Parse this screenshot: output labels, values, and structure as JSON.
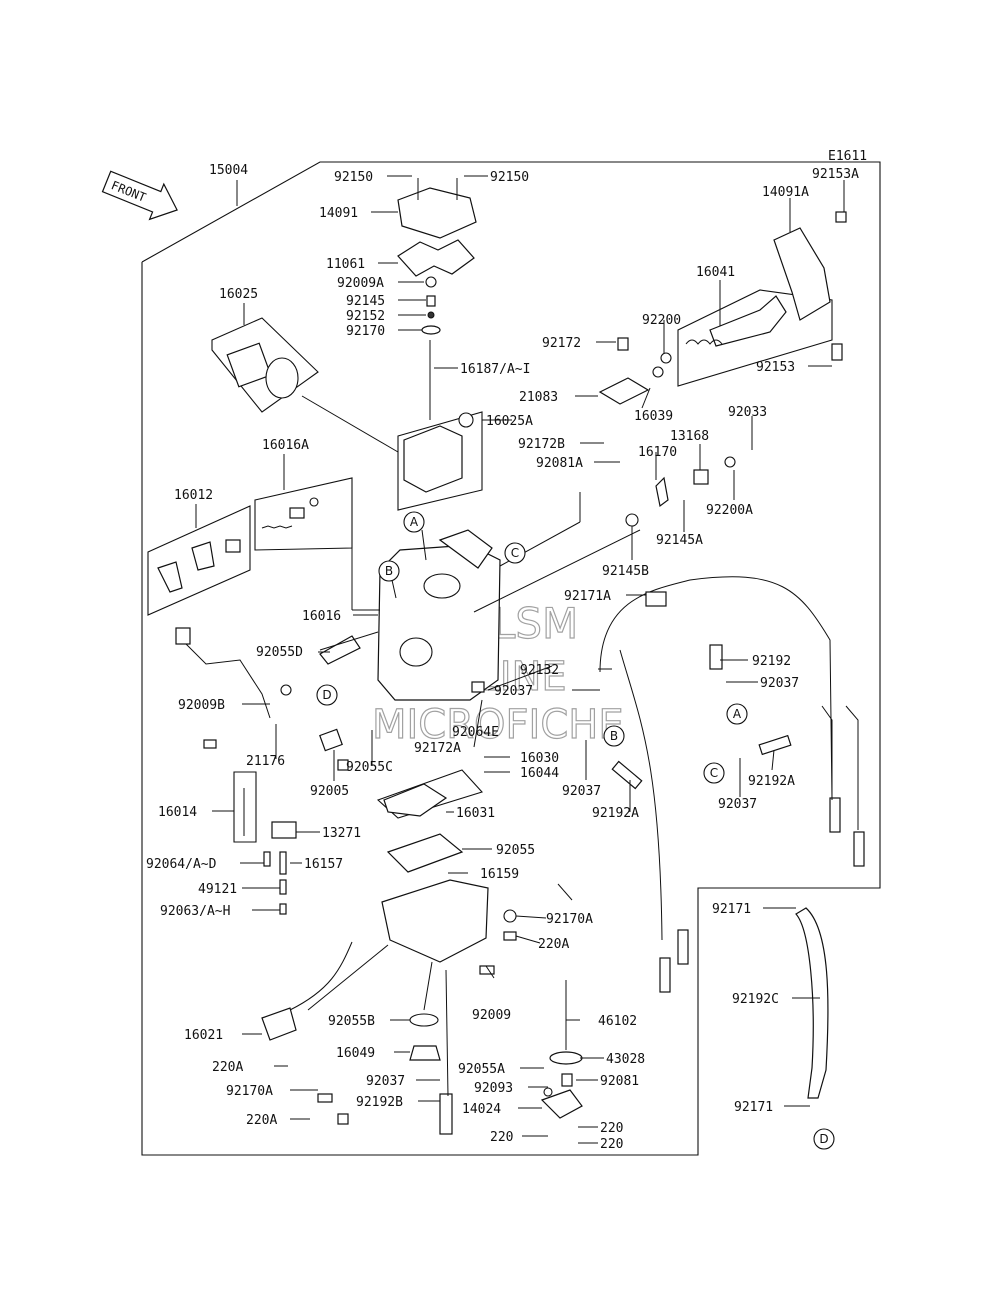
{
  "diagram_code": "E1611",
  "front_label": "FRONT",
  "watermark": [
    "HILSM",
    "ONLINE",
    "MICROFICHE"
  ],
  "labels": [
    "15004",
    "92150",
    "92150",
    "14091",
    "11061",
    "92009A",
    "92145",
    "92152",
    "92170",
    "16025",
    "16187/A~I",
    "16025A",
    "16016A",
    "16012",
    "16016",
    "92055D",
    "92009B",
    "21176",
    "16014",
    "92005",
    "92055C",
    "13271",
    "92064/A~D",
    "16157",
    "49121",
    "92063/A~H",
    "16021",
    "220A",
    "92170A",
    "220A",
    "92055B",
    "16049",
    "92037",
    "92192B",
    "92055A",
    "92093",
    "14024",
    "220",
    "220",
    "220",
    "46102",
    "43028",
    "92081",
    "92009",
    "220A",
    "92170A",
    "16159",
    "92055",
    "16031",
    "16044",
    "16030",
    "92172A",
    "92064E",
    "92037",
    "92132",
    "92037",
    "92192A",
    "92171A",
    "92145B",
    "92192",
    "92037",
    "92192A",
    "92037",
    "92171",
    "92192C",
    "92171",
    "16170",
    "92081A",
    "92172B",
    "21083",
    "16039",
    "92172",
    "92200",
    "16041",
    "14091A",
    "92153A",
    "92153",
    "92033",
    "13168",
    "92200A",
    "92145A"
  ],
  "callouts": [
    "A",
    "B",
    "C",
    "D",
    "A",
    "B",
    "C",
    "D"
  ]
}
